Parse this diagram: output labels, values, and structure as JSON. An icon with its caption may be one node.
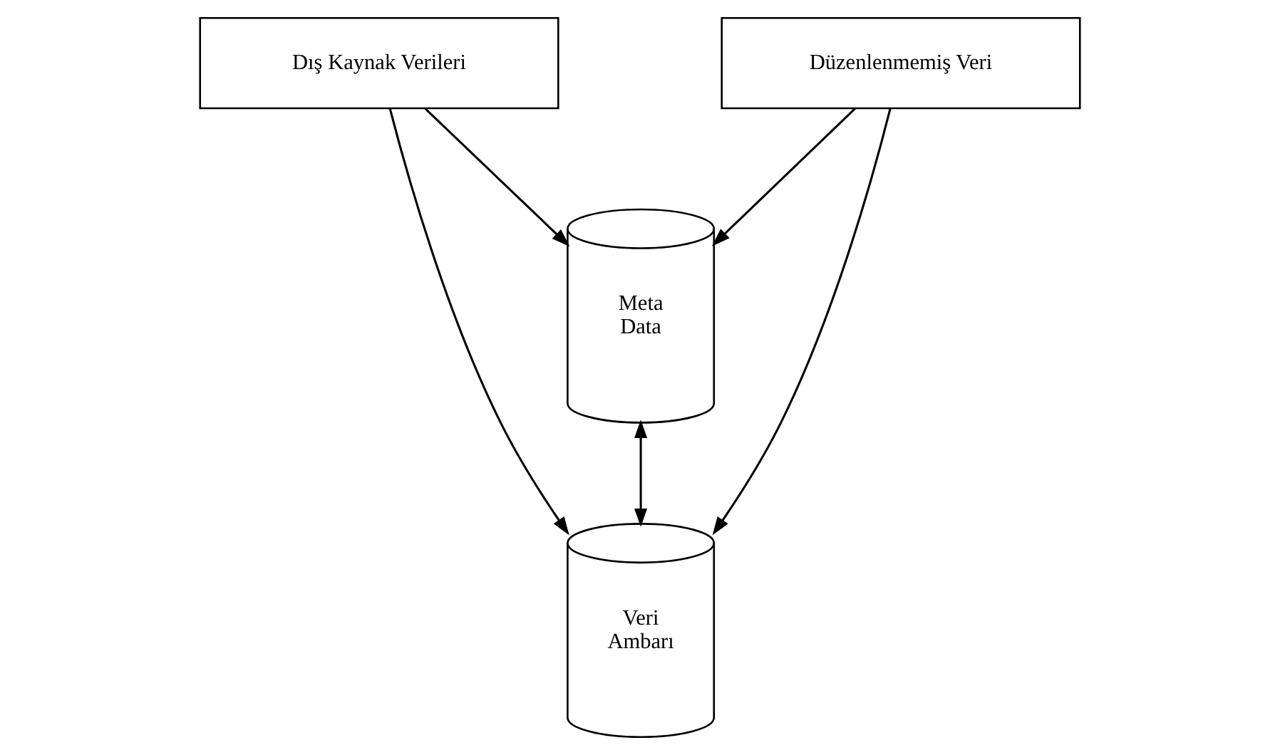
{
  "diagram": {
    "nodes": [
      {
        "text": [
          "Dış Kaynak Verileri"
        ]
      },
      {
        "text": [
          "Düzenlenmemiş Veri"
        ]
      },
      {
        "text": [
          "Meta Data"
        ]
      },
      {
        "text": [
          "Veri Ambarı"
        ]
      }
    ],
    "edges": [
      {
        "from": 0,
        "to": 2,
        "arrow": "to"
      },
      {
        "from": 1,
        "to": 2,
        "arrow": "to"
      },
      {
        "from": 0,
        "to": 3,
        "arrow": "to"
      },
      {
        "from": 1,
        "to": 3,
        "arrow": "to"
      },
      {
        "from": 2,
        "to": 3,
        "arrow": "both"
      }
    ]
  }
}
